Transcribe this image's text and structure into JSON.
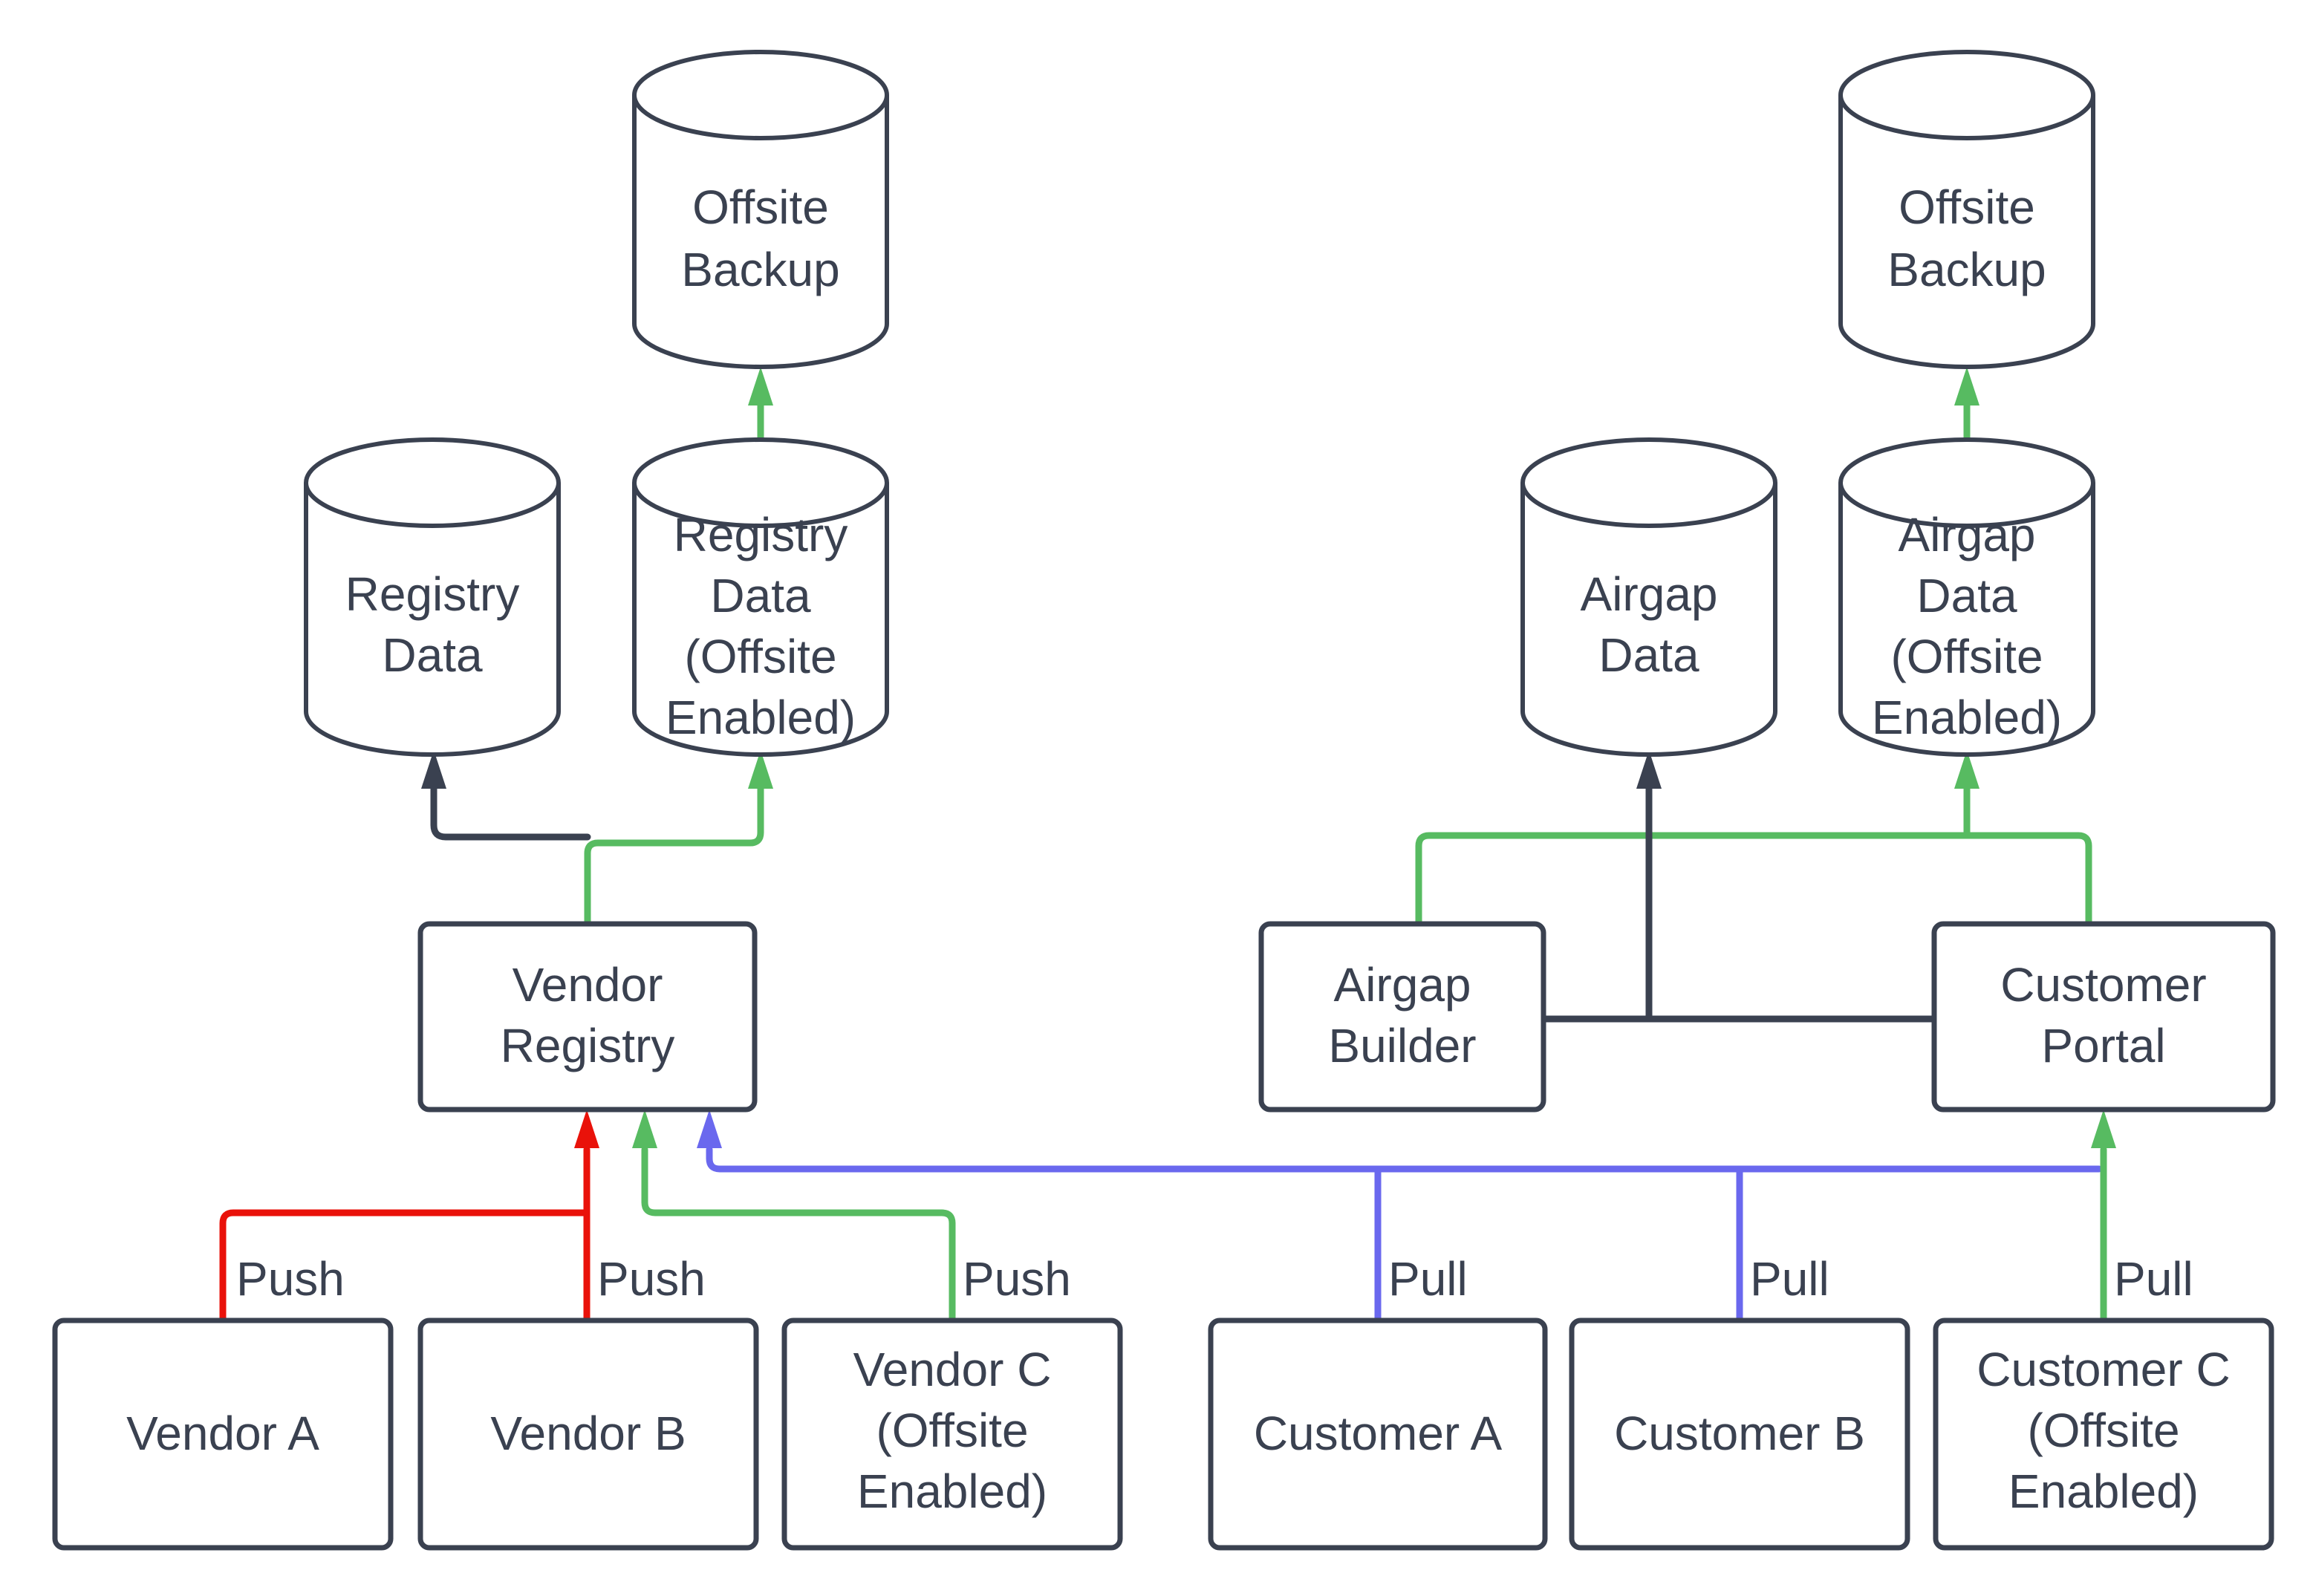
{
  "theme": {
    "background": "#ffffff",
    "ink": "#3a4150",
    "green": "#57bb61",
    "red": "#e9120a",
    "blue": "#6a68ee"
  },
  "nodes": {
    "offsite_backup_left": {
      "lines": [
        "Offsite",
        "Backup"
      ]
    },
    "offsite_backup_right": {
      "lines": [
        "Offsite",
        "Backup"
      ]
    },
    "registry_data": {
      "lines": [
        "Registry",
        "Data"
      ]
    },
    "registry_data_offsite": {
      "lines": [
        "Registry",
        "Data",
        "(Offsite",
        "Enabled)"
      ]
    },
    "airgap_data": {
      "lines": [
        "Airgap",
        "Data"
      ]
    },
    "airgap_data_offsite": {
      "lines": [
        "Airgap",
        "Data",
        "(Offsite",
        "Enabled)"
      ]
    },
    "vendor_registry": {
      "lines": [
        "Vendor",
        "Registry"
      ]
    },
    "airgap_builder": {
      "lines": [
        "Airgap",
        "Builder"
      ]
    },
    "customer_portal": {
      "lines": [
        "Customer",
        "Portal"
      ]
    },
    "vendor_a": {
      "lines": [
        "Vendor A"
      ]
    },
    "vendor_b": {
      "lines": [
        "Vendor B"
      ]
    },
    "vendor_c": {
      "lines": [
        "Vendor C",
        "(Offsite",
        "Enabled)"
      ]
    },
    "customer_a": {
      "lines": [
        "Customer A"
      ]
    },
    "customer_b": {
      "lines": [
        "Customer B"
      ]
    },
    "customer_c": {
      "lines": [
        "Customer C",
        "(Offsite",
        "Enabled)"
      ]
    }
  },
  "edge_labels": {
    "push": [
      "Push",
      "Push",
      "Push"
    ],
    "pull": [
      "Pull",
      "Pull",
      "Pull"
    ]
  },
  "edges": [
    {
      "from": "vendor_a",
      "to": "vendor_registry",
      "label": "Push",
      "color": "red"
    },
    {
      "from": "vendor_b",
      "to": "vendor_registry",
      "label": "Push",
      "color": "red"
    },
    {
      "from": "vendor_c",
      "to": "vendor_registry",
      "label": "Push",
      "color": "green"
    },
    {
      "from": "customer_a",
      "to": "vendor_registry",
      "label": "Pull",
      "color": "blue"
    },
    {
      "from": "customer_b",
      "to": "vendor_registry",
      "label": "Pull",
      "color": "blue"
    },
    {
      "from": "customer_portal",
      "to": "vendor_registry",
      "label": "",
      "color": "blue"
    },
    {
      "from": "customer_c",
      "to": "customer_portal",
      "label": "Pull",
      "color": "green"
    },
    {
      "from": "vendor_registry",
      "to": "registry_data",
      "label": "",
      "color": "dark"
    },
    {
      "from": "vendor_registry",
      "to": "registry_data_offsite",
      "label": "",
      "color": "green"
    },
    {
      "from": "registry_data_offsite",
      "to": "offsite_backup_left",
      "label": "",
      "color": "green"
    },
    {
      "from": "airgap_builder",
      "to": "airgap_data",
      "label": "",
      "color": "dark"
    },
    {
      "from": "customer_portal",
      "to": "airgap_data",
      "label": "",
      "color": "dark"
    },
    {
      "from": "airgap_builder",
      "to": "airgap_data_offsite",
      "label": "",
      "color": "green"
    },
    {
      "from": "customer_portal",
      "to": "airgap_data_offsite",
      "label": "",
      "color": "green"
    },
    {
      "from": "airgap_data_offsite",
      "to": "offsite_backup_right",
      "label": "",
      "color": "green"
    }
  ]
}
